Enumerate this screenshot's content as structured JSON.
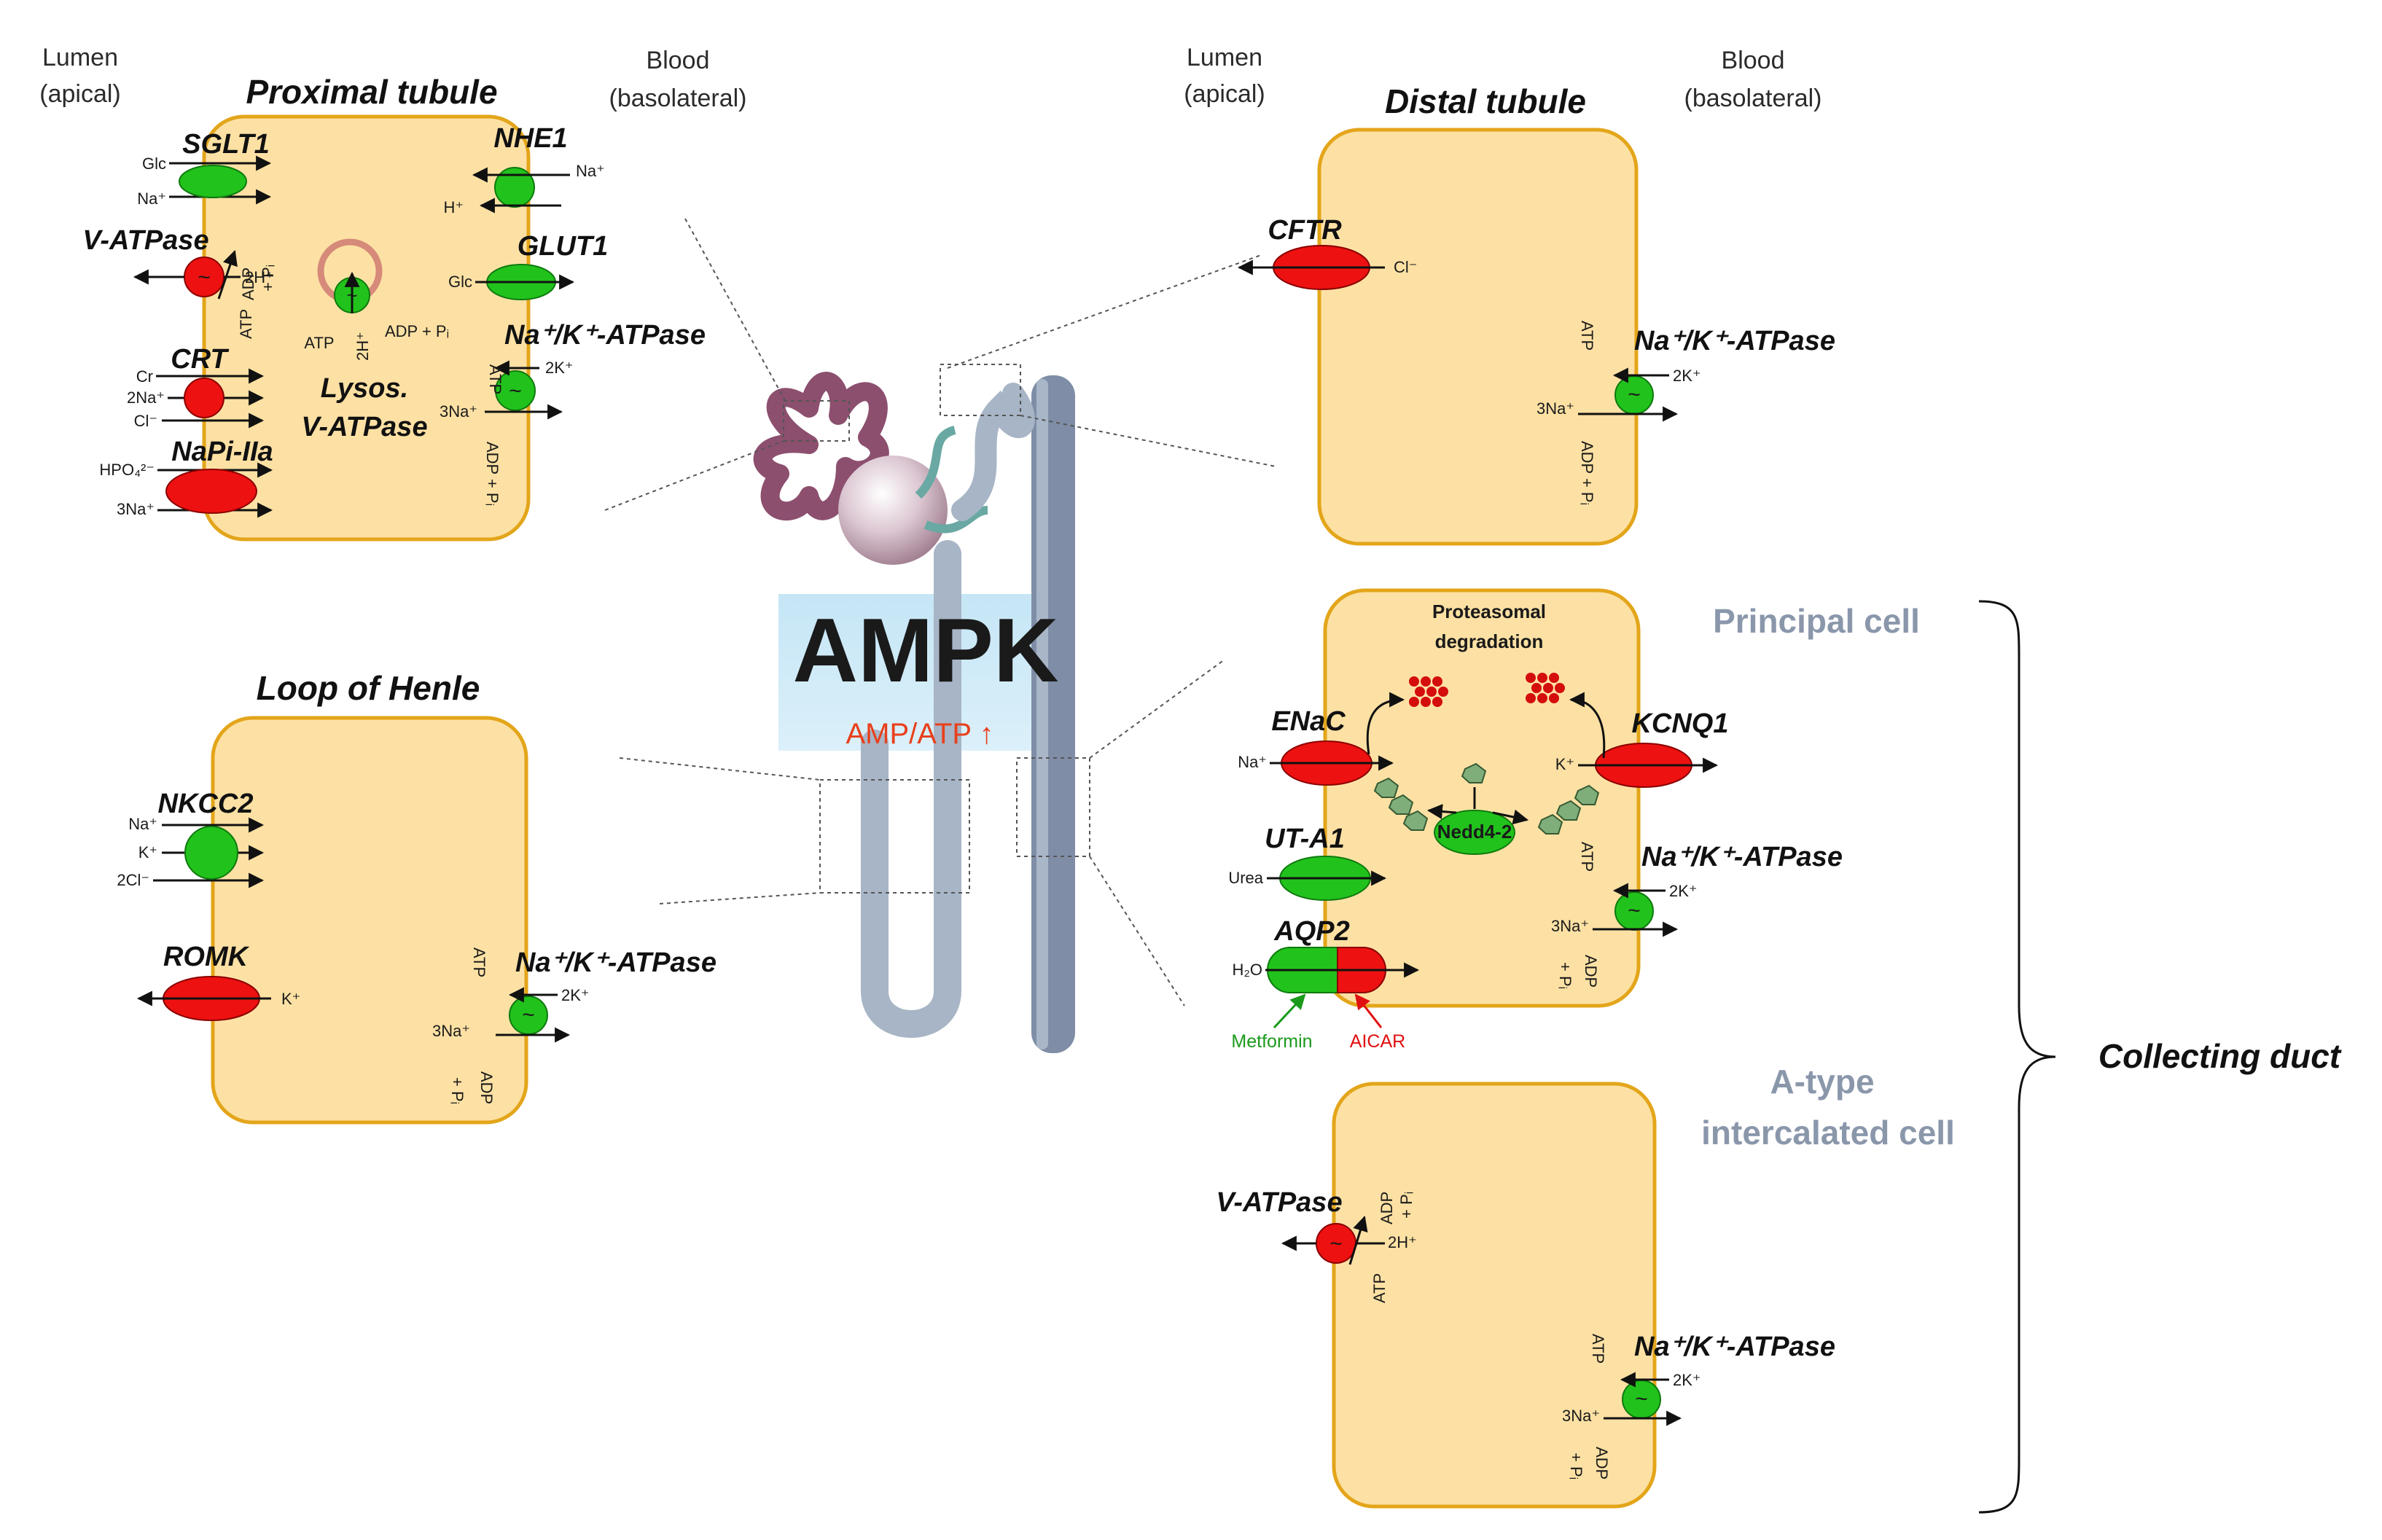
{
  "headers": {
    "lumen_left_1": "Lumen",
    "lumen_left_2": "(apical)",
    "blood_left_1": "Blood",
    "blood_left_2": "(basolateral)",
    "lumen_right_1": "Lumen",
    "lumen_right_2": "(apical)",
    "blood_right_1": "Blood",
    "blood_right_2": "(basolateral)"
  },
  "proximal": {
    "title": "Proximal tubule",
    "sglt1": "SGLT1",
    "glc": "Glc",
    "na": "Na⁺",
    "vatpase": "V-ATPase",
    "two_h": "2H⁺",
    "adp": "ADP",
    "pi": "+ Pᵢ",
    "atp": "ATP",
    "lysos_1": "Lysos.",
    "lysos_2": "V-ATPase",
    "lys_atp": "ATP",
    "lys_2h": "2H⁺",
    "lys_adp": "ADP + Pᵢ",
    "crt": "CRT",
    "cr": "Cr",
    "two_na": "2Na⁺",
    "cl": "Cl⁻",
    "napi": "NaPi-IIa",
    "hpo4": "HPO₄²⁻",
    "three_na": "3Na⁺",
    "nhe1": "NHE1",
    "nhe_na": "Na⁺",
    "h": "H⁺",
    "glut1": "GLUT1",
    "glut_glc": "Glc",
    "nak": "Na⁺/K⁺-ATPase",
    "nak_atp": "ATP",
    "nak_2k": "2K⁺",
    "nak_3na": "3Na⁺",
    "nak_adp": "ADP + Pᵢ"
  },
  "henle": {
    "title": "Loop of Henle",
    "nkcc2": "NKCC2",
    "na": "Na⁺",
    "k": "K⁺",
    "two_cl": "2Cl⁻",
    "romk": "ROMK",
    "romk_k": "K⁺",
    "nak": "Na⁺/K⁺-ATPase",
    "nak_atp": "ATP",
    "nak_2k": "2K⁺",
    "nak_3na": "3Na⁺",
    "nak_adp": "ADP",
    "nak_pi": "+ Pᵢ"
  },
  "center": {
    "ampk": "AMPK",
    "ratio": "AMP/ATP ↑"
  },
  "distal": {
    "title": "Distal tubule",
    "cftr": "CFTR",
    "cl": "Cl⁻",
    "nak": "Na⁺/K⁺-ATPase",
    "nak_atp": "ATP",
    "nak_2k": "2K⁺",
    "nak_3na": "3Na⁺",
    "nak_adp": "ADP + Pᵢ"
  },
  "principal": {
    "label": "Principal cell",
    "prot_1": "Proteasomal",
    "prot_2": "degradation",
    "enac": "ENaC",
    "enac_na": "Na⁺",
    "kcnq1": "KCNQ1",
    "kcnq1_k": "K⁺",
    "nedd": "Nedd4-2",
    "uta1": "UT-A1",
    "urea": "Urea",
    "aqp2": "AQP2",
    "h2o": "H₂O",
    "metformin": "Metformin",
    "aicar": "AICAR",
    "nak": "Na⁺/K⁺-ATPase",
    "nak_atp": "ATP",
    "nak_2k": "2K⁺",
    "nak_3na": "3Na⁺",
    "nak_adp": "ADP",
    "nak_pi": "+ Pᵢ"
  },
  "intercalated": {
    "label_1": "A-type",
    "label_2": "intercalated cell",
    "vatpase": "V-ATPase",
    "two_h": "2H⁺",
    "adp": "ADP",
    "pi": "+ Pᵢ",
    "atp": "ATP",
    "nak": "Na⁺/K⁺-ATPase",
    "nak_atp": "ATP",
    "nak_2k": "2K⁺",
    "nak_3na": "3Na⁺",
    "nak_adp": "ADP",
    "nak_pi": "+ Pᵢ"
  },
  "collecting": {
    "label": "Collecting duct"
  },
  "colors": {
    "cell_fill": "#fde1a4",
    "cell_stroke": "#e3a51a",
    "green": "#22c21c",
    "red": "#ee1111",
    "ampk_text": "#000000",
    "ratio": "#e8401c",
    "gray_label": "#8a97ab",
    "metformin": "#1a9a1a",
    "aicar": "#e01010"
  }
}
